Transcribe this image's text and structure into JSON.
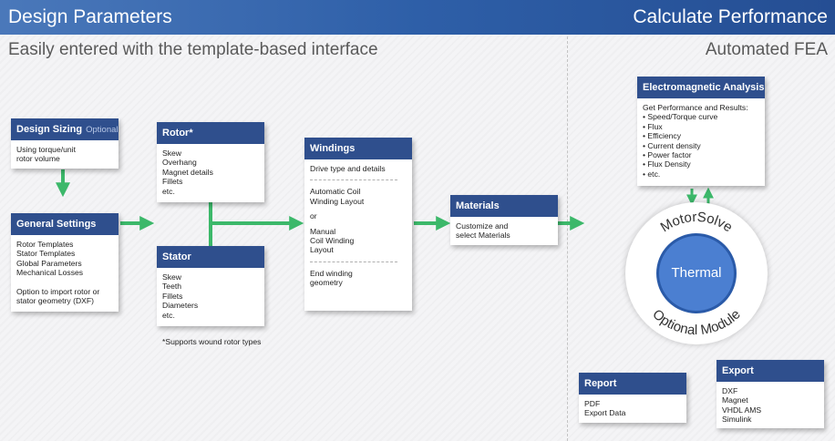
{
  "header": {
    "left_title": "Design Parameters",
    "right_title": "Calculate Performance"
  },
  "subheader": {
    "left": "Easily entered with the template-based interface",
    "right": "Automated FEA"
  },
  "design_sizing": {
    "title": "Design Sizing",
    "optional": "Optional",
    "lines": [
      "Using torque/unit",
      "rotor volume"
    ]
  },
  "general_settings": {
    "title": "General Settings",
    "lines": [
      "Rotor Templates",
      "Stator Templates",
      "Global Parameters",
      "Mechanical Losses",
      "",
      "Option to import rotor or",
      "stator geometry (DXF)"
    ]
  },
  "rotor": {
    "title": "Rotor*",
    "lines": [
      "Skew",
      "Overhang",
      "Magnet details",
      "Fillets",
      "etc."
    ]
  },
  "stator": {
    "title": "Stator",
    "lines": [
      "Skew",
      "Teeth",
      "Fillets",
      "Diameters",
      "etc."
    ]
  },
  "footnote": "*Supports wound rotor types",
  "windings": {
    "title": "Windings",
    "drive": "Drive type and details",
    "auto": [
      "Automatic Coil",
      "Winding Layout"
    ],
    "or": "or",
    "manual": [
      "Manual",
      "Coil Winding",
      "Layout"
    ],
    "end": [
      "End winding",
      "geometry"
    ]
  },
  "materials": {
    "title": "Materials",
    "lines": [
      "Customize and",
      "select Materials"
    ]
  },
  "em_analysis": {
    "title": "Electromagnetic Analysis",
    "intro": "Get Performance and Results:",
    "bullets": [
      "Speed/Torque curve",
      "Flux",
      "Efficiency",
      "Current density",
      "Power factor",
      "Flux Density",
      "etc."
    ]
  },
  "motorsolve": {
    "top_label": "MotorSolve",
    "center_label": "Thermal",
    "bottom_label": "Optional Module"
  },
  "report": {
    "title": "Report",
    "lines": [
      "PDF",
      "Export Data"
    ]
  },
  "export": {
    "title": "Export",
    "lines": [
      "DXF",
      "Magnet",
      "VHDL AMS",
      "Simulink"
    ]
  },
  "colors": {
    "header_bar": "#2e5fa8",
    "box_header": "#2f4f8d",
    "arrow_green": "#3cb86a",
    "thermal_blue": "#4b7fd1"
  }
}
